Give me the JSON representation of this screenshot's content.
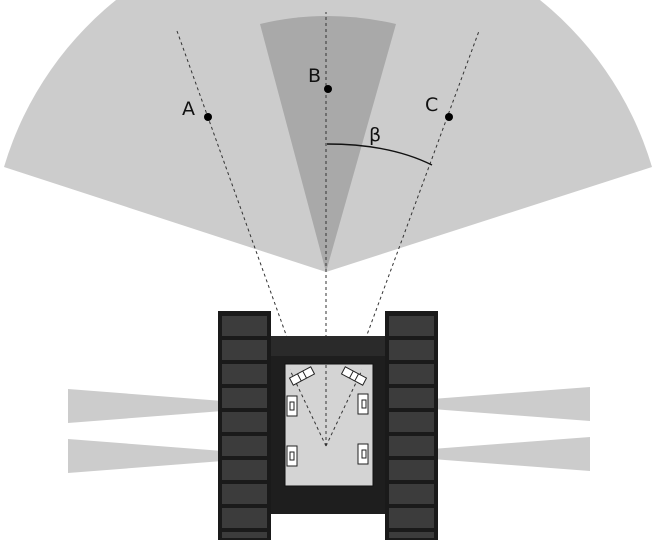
{
  "colors": {
    "background": "#ffffff",
    "wide_fan": "#cccccc",
    "narrow_fan": "#a9a9a9",
    "side_beams": "#cccccc",
    "track": "#3c3c3c",
    "track_frame": "#1a1a1a",
    "chassis": "#1e1e1e",
    "deck": "#d4d4d4",
    "sensor": "#ffffff",
    "lines": "#222222"
  },
  "points": {
    "a": {
      "label": "A"
    },
    "b": {
      "label": "B"
    },
    "c": {
      "label": "C"
    }
  },
  "angle": {
    "label": "β"
  },
  "icons": {
    "front_sensors": "lidar-icon",
    "side_sensors": "ultrasonic-sensor-icon"
  }
}
